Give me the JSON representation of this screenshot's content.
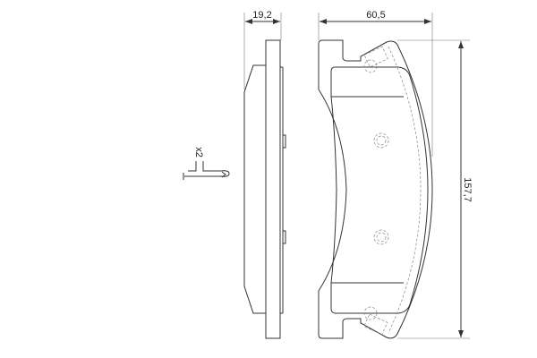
{
  "dimensions": {
    "thickness": "19,2",
    "width": "60,5",
    "length": "157,7"
  },
  "accessory": {
    "quantity": "x2",
    "icon": "spring-clip-icon"
  }
}
